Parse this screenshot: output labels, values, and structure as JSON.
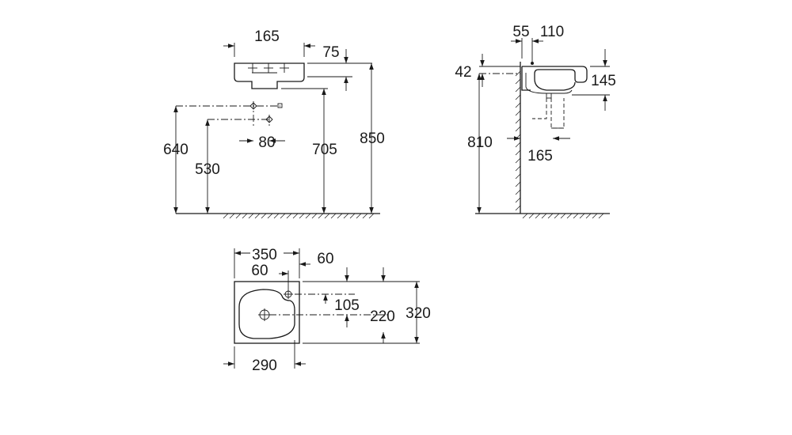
{
  "front_view": {
    "tap_spacing": "165",
    "rim_to_top": "75",
    "waste_spacing": "80",
    "waste_height_upper": "640",
    "waste_height_lower": "530",
    "underside_height": "705",
    "rim_height": "850"
  },
  "side_view": {
    "tap_offset": "55",
    "tap_projection": "110",
    "rim_offset": "42",
    "bowl_depth": "145",
    "floor_to_bracket": "810",
    "trap_projection": "165"
  },
  "plan_view": {
    "overall_width": "350",
    "tap_hole_from_edge": "60",
    "tap_hole_from_side": "60",
    "tap_to_waste": "105",
    "depth_to_waste": "220",
    "overall_depth": "320",
    "bowl_width": "290"
  }
}
